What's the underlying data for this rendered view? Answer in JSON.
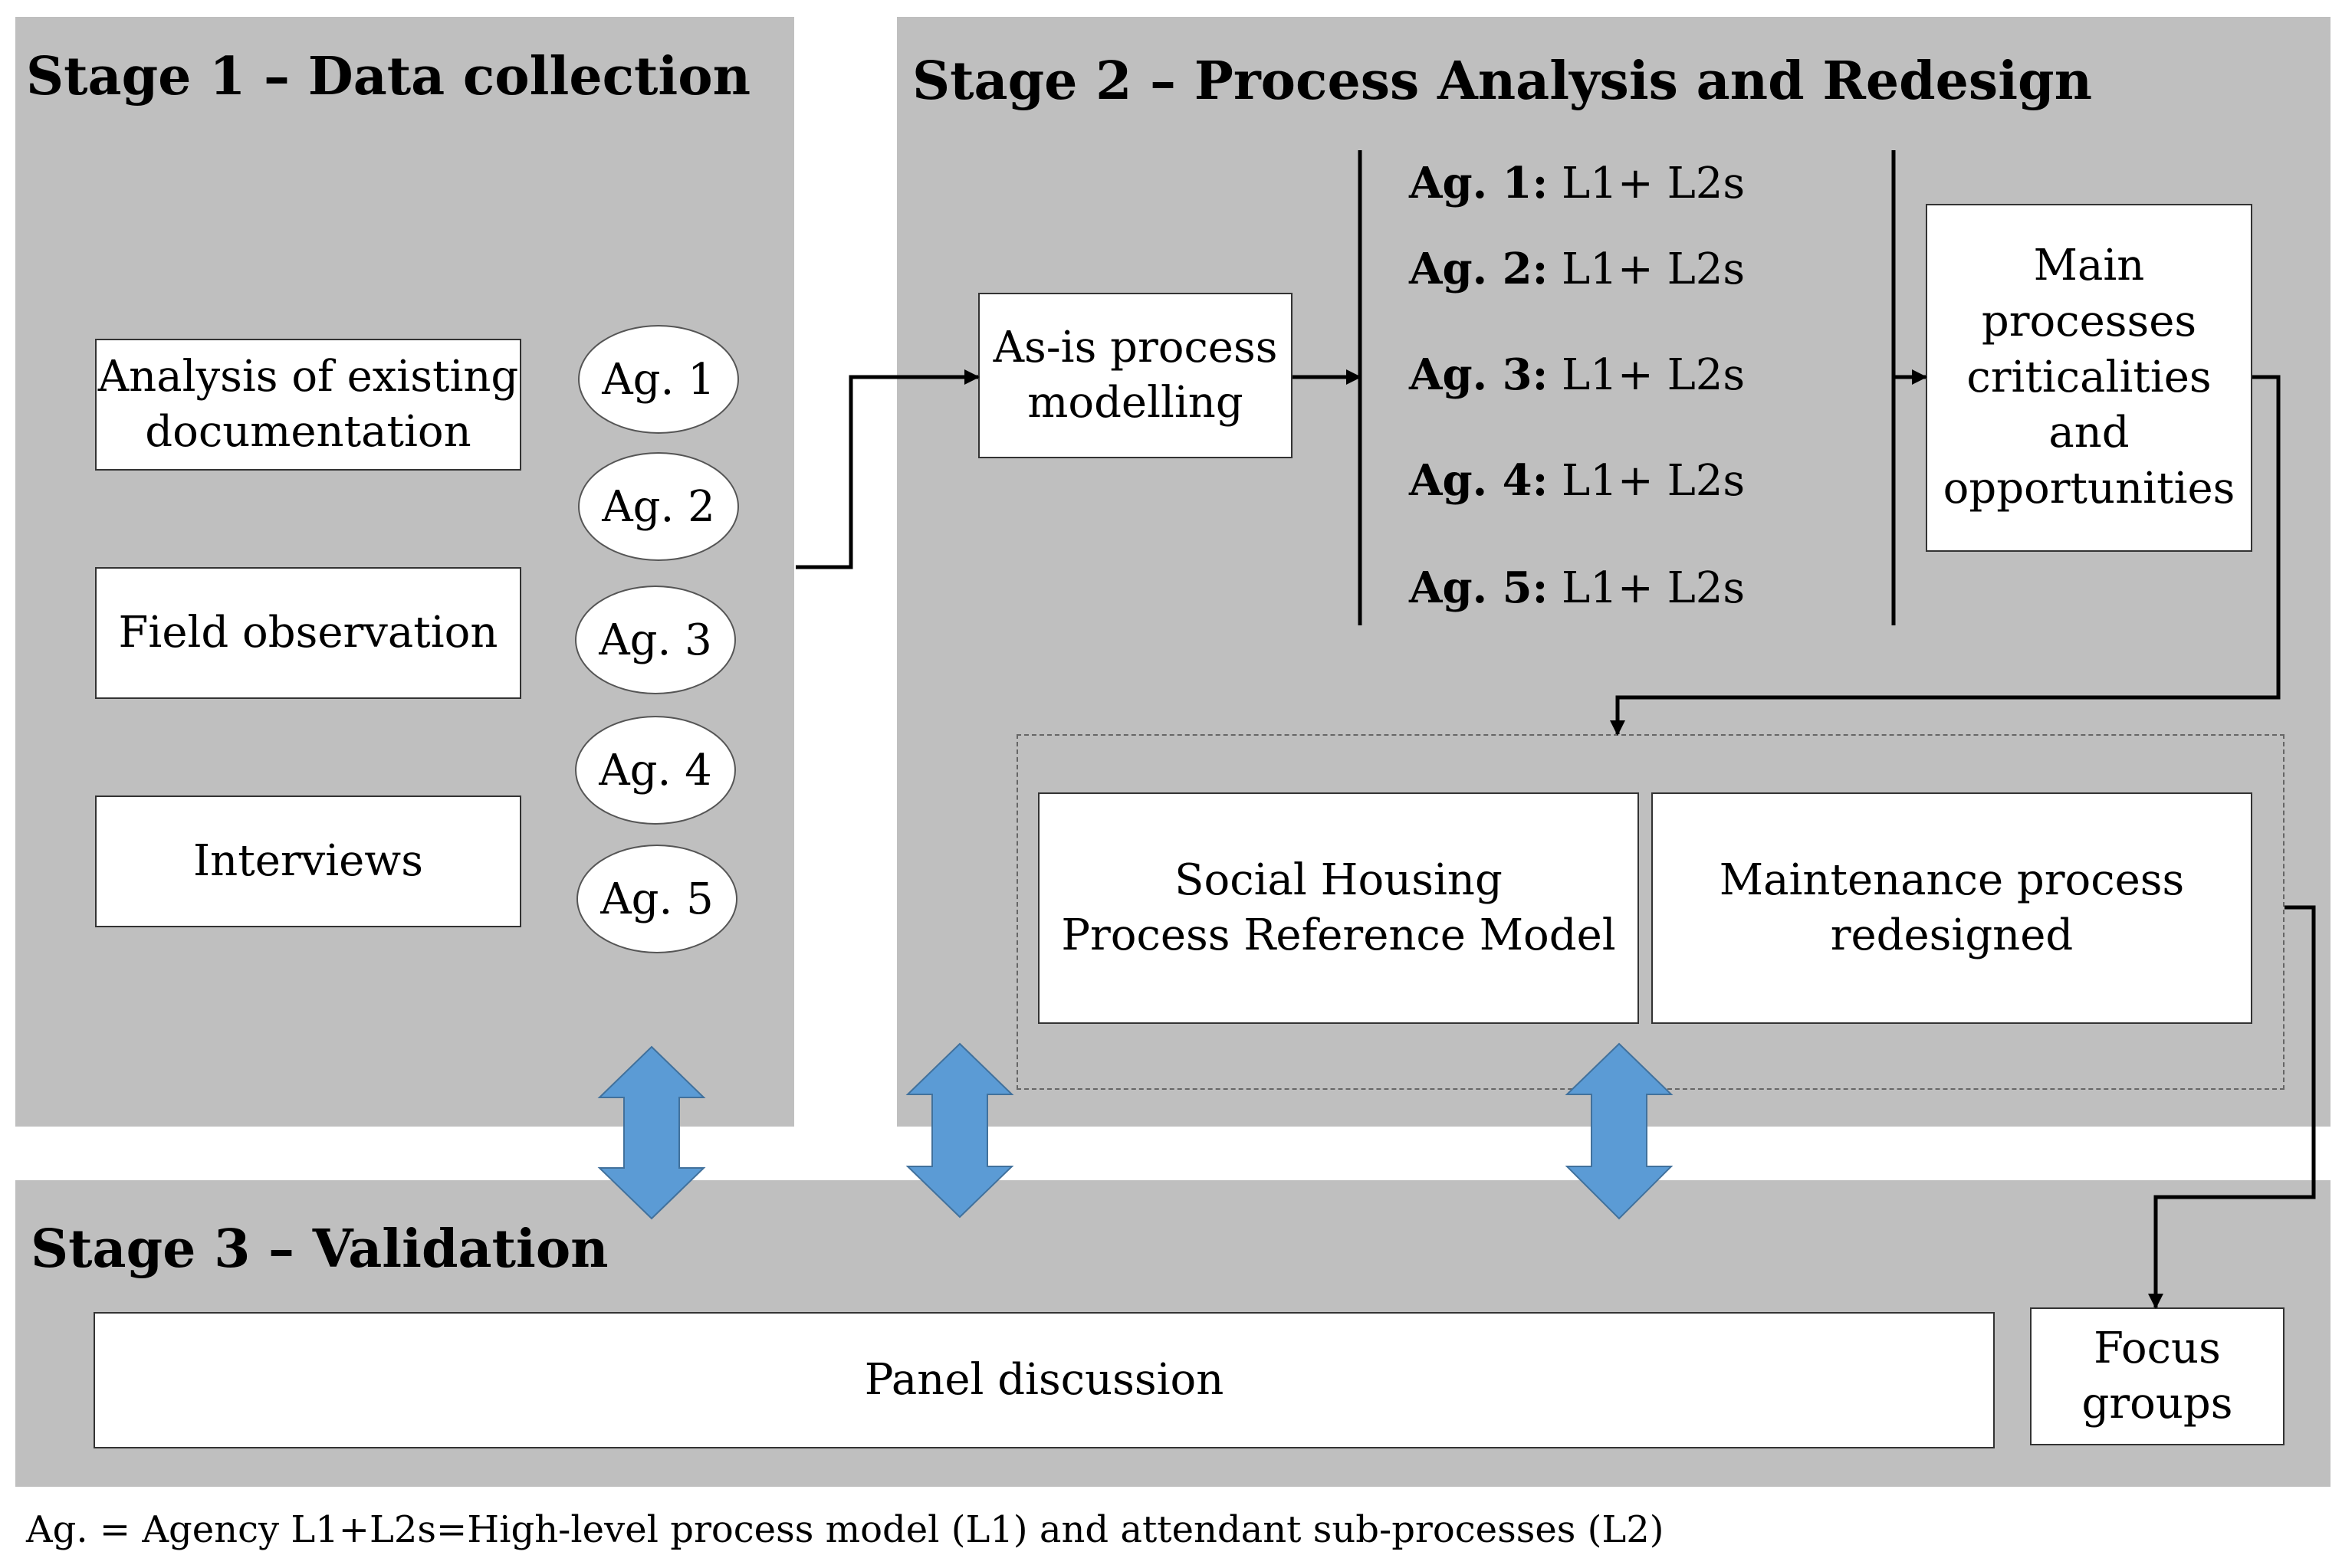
{
  "stage1": {
    "title": "Stage 1 – Data collection",
    "methods": [
      "Analysis of existing\ndocumentation",
      "Field observation",
      "Interviews"
    ],
    "agencies": [
      "Ag. 1",
      "Ag. 2",
      "Ag. 3",
      "Ag. 4",
      "Ag. 5"
    ]
  },
  "stage2": {
    "title": "Stage 2 – Process Analysis and Redesign",
    "asis": "As-is process\nmodelling",
    "agency_models": [
      {
        "agency": "Ag. 1:",
        "model": " L1+ L2s"
      },
      {
        "agency": "Ag. 2:",
        "model": " L1+ L2s"
      },
      {
        "agency": "Ag. 3:",
        "model": " L1+ L2s"
      },
      {
        "agency": "Ag. 4:",
        "model": " L1+ L2s"
      },
      {
        "agency": "Ag. 5:",
        "model": " L1+ L2s"
      }
    ],
    "criticalities": "Main\nprocesses\ncriticalities\nand\nopportunities",
    "reference_model": "Social Housing\nProcess Reference Model",
    "redesigned": "Maintenance process\nredesigned"
  },
  "stage3": {
    "title": "Stage 3 – Validation",
    "panel": "Panel discussion",
    "focus": "Focus\ngroups"
  },
  "legend": "Ag. = Agency L1+L2s=High-level process model (L1) and attendant sub-processes (L2)",
  "colors": {
    "panel": "#bfbfbf",
    "arrow": "#5b9bd5"
  }
}
